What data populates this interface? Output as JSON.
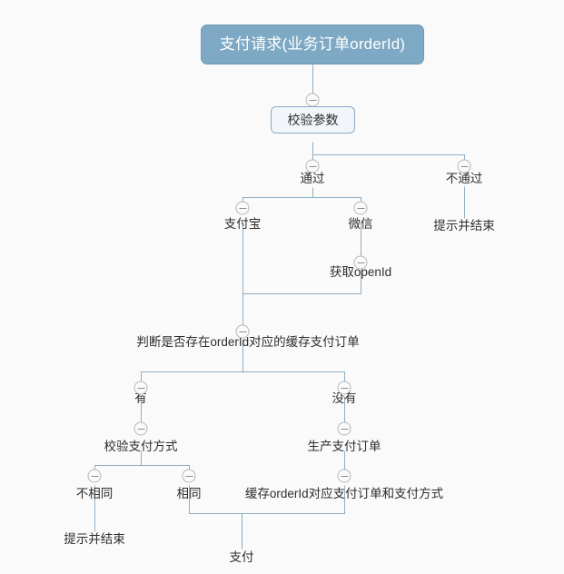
{
  "diagram": {
    "type": "mindmap-flowchart",
    "title_node": "支付请求(业务订单orderId)",
    "background_color": "#fafafa",
    "root_fill_color": "#7ea9c4",
    "root_text_color": "#ffffff",
    "edge_color": "#8fafc4",
    "node_text_color": "#2e2e2e",
    "toggle_icon": "collapse-minus-circle"
  },
  "nodes": {
    "root": {
      "label": "支付请求(业务订单orderId)"
    },
    "validate_params": {
      "label": "校验参数"
    },
    "pass": {
      "label": "通过"
    },
    "fail": {
      "label": "不通过"
    },
    "fail_end": {
      "label": "提示并结束"
    },
    "alipay": {
      "label": "支付宝"
    },
    "wechat": {
      "label": "微信"
    },
    "get_openid": {
      "label": "获取openId"
    },
    "check_cache": {
      "label": "判断是否存在orderId对应的缓存支付订单"
    },
    "has_cache": {
      "label": "有"
    },
    "no_cache": {
      "label": "没有"
    },
    "verify_pay_method": {
      "label": "校验支付方式"
    },
    "create_order": {
      "label": "生产支付订单"
    },
    "not_same": {
      "label": "不相同"
    },
    "same": {
      "label": "相同"
    },
    "not_same_end": {
      "label": "提示并结束"
    },
    "cache_order": {
      "label": "缓存orderId对应支付订单和支付方式"
    },
    "pay": {
      "label": "支付"
    }
  }
}
